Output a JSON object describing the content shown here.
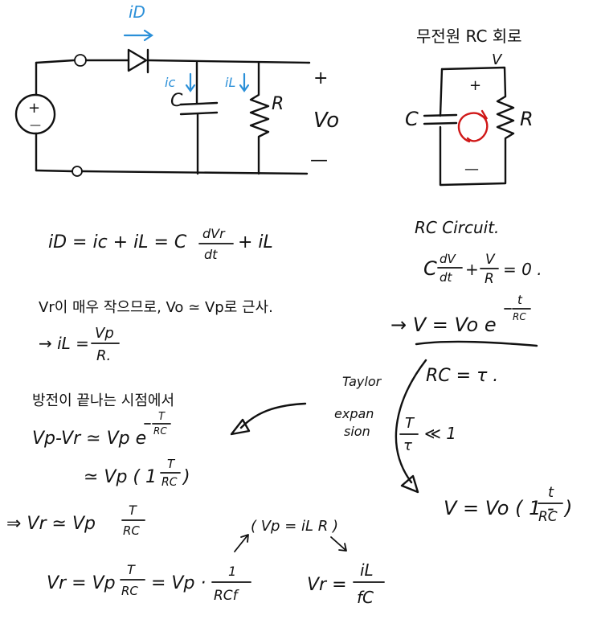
{
  "circuit1": {
    "diode_current": "iD",
    "cap_current": "ic",
    "res_current": "iL",
    "cap_label": "C",
    "res_label": "R",
    "out_plus": "+",
    "out_label": "Vo",
    "out_minus": "—",
    "src_plus": "+",
    "src_minus": "—"
  },
  "circuit2": {
    "title": "무전원 RC 회로",
    "top_label": "V",
    "plus": "+",
    "minus": "—",
    "cap_label": "C",
    "res_label": "R"
  },
  "left_eqs": {
    "eq1": {
      "lhs": "iD = ic + iL = C",
      "num": "dVr",
      "den": "dt",
      "rhs": "+ iL"
    },
    "note1": "Vr이 매우 작으므로, Vo ≃ Vp로 근사.",
    "eq2": {
      "prefix": "→ iL =",
      "num": "Vp",
      "den": "R."
    },
    "note2": "방전이 끝나는 시점에서",
    "eq3": {
      "lhs": "Vp-Vr ≃ Vp e",
      "exp_num": "T",
      "exp_den": "RC"
    },
    "eq4": {
      "lhs": "≃ Vp ( 1 -",
      "num": "T",
      "den": "RC",
      "rhs": ")"
    },
    "eq5": {
      "lhs": "⇒ Vr ≃ Vp",
      "num": "T",
      "den": "RC"
    },
    "eq6": {
      "lhs": "Vr = Vp",
      "num": "T",
      "den": "RC",
      "mid": "= Vp ·",
      "num2": "1",
      "den2": "RCf"
    },
    "sub_note": "( Vp = iL R )",
    "eq7": {
      "lhs": "Vr =",
      "num": "iL",
      "den": "fC"
    }
  },
  "right_eqs": {
    "heading": "RC Circuit.",
    "de": {
      "lead": "C",
      "num1": "dV",
      "den1": "dt",
      "plus": "+",
      "num2": "V",
      "den2": "R",
      "rhs": "= 0 ."
    },
    "sol": {
      "lhs": "→ V = Vo e",
      "exp_num": "t",
      "exp_den": "RC"
    },
    "tau": "RC = τ .",
    "cond": {
      "num": "T",
      "den": "τ",
      "rhs": "≪ 1"
    },
    "approx": {
      "lhs": "V = Vo ( 1 -",
      "num": "t",
      "den": "RC",
      "rhs": ")"
    }
  },
  "taylor": {
    "line1": "Taylor",
    "line2": "expan",
    "line3": "sion"
  }
}
